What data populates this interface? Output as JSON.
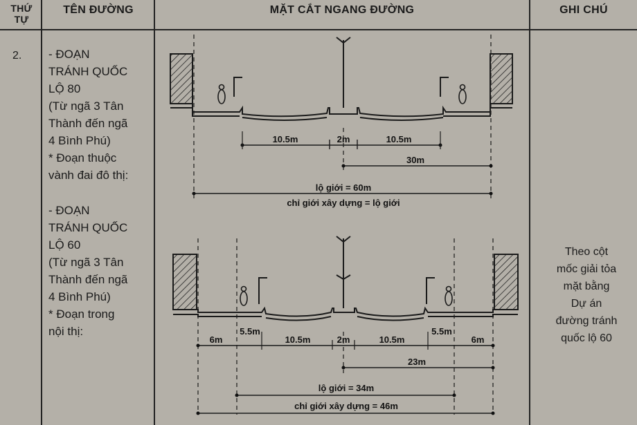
{
  "headers": {
    "stt_line1": "THỨ",
    "stt_line2": "TỰ",
    "name": "TÊN ĐƯỜNG",
    "section": "MẶT CẮT NGANG ĐƯỜNG",
    "note": "GHI CHÚ"
  },
  "row": {
    "stt": "2.",
    "road1": {
      "lines": [
        "- ĐOẠN",
        "TRÁNH QUỐC",
        "LỘ 80",
        "(Từ ngã 3 Tân",
        "Thành đến ngã",
        "4 Bình Phú)",
        "* Đoạn thuộc",
        "vành đai đô thị:"
      ]
    },
    "road2": {
      "lines": [
        "- ĐOẠN",
        "TRÁNH QUỐC",
        "LỘ 60",
        "(Từ ngã 3 Tân",
        "Thành đến ngã",
        "4 Bình Phú)",
        "* Đoạn trong",
        "nội thị:"
      ]
    },
    "note_lines": [
      "Theo cột",
      "mốc giải tỏa",
      "mặt bằng",
      "Dự án",
      "đường tránh",
      "quốc lộ 60"
    ]
  },
  "diagram1": {
    "dims": [
      "10.5m",
      "2m",
      "10.5m"
    ],
    "half": "30m",
    "lo_gioi": "lộ giới = 60m",
    "chi_gioi": "chỉ giới xây dựng = lộ giới"
  },
  "diagram2": {
    "dims": [
      "6m",
      "5.5m",
      "10.5m",
      "2m",
      "10.5m",
      "5.5m",
      "6m"
    ],
    "half": "23m",
    "lo_gioi": "lộ giới = 34m",
    "chi_gioi": "chỉ giới xây dựng = 46m"
  }
}
